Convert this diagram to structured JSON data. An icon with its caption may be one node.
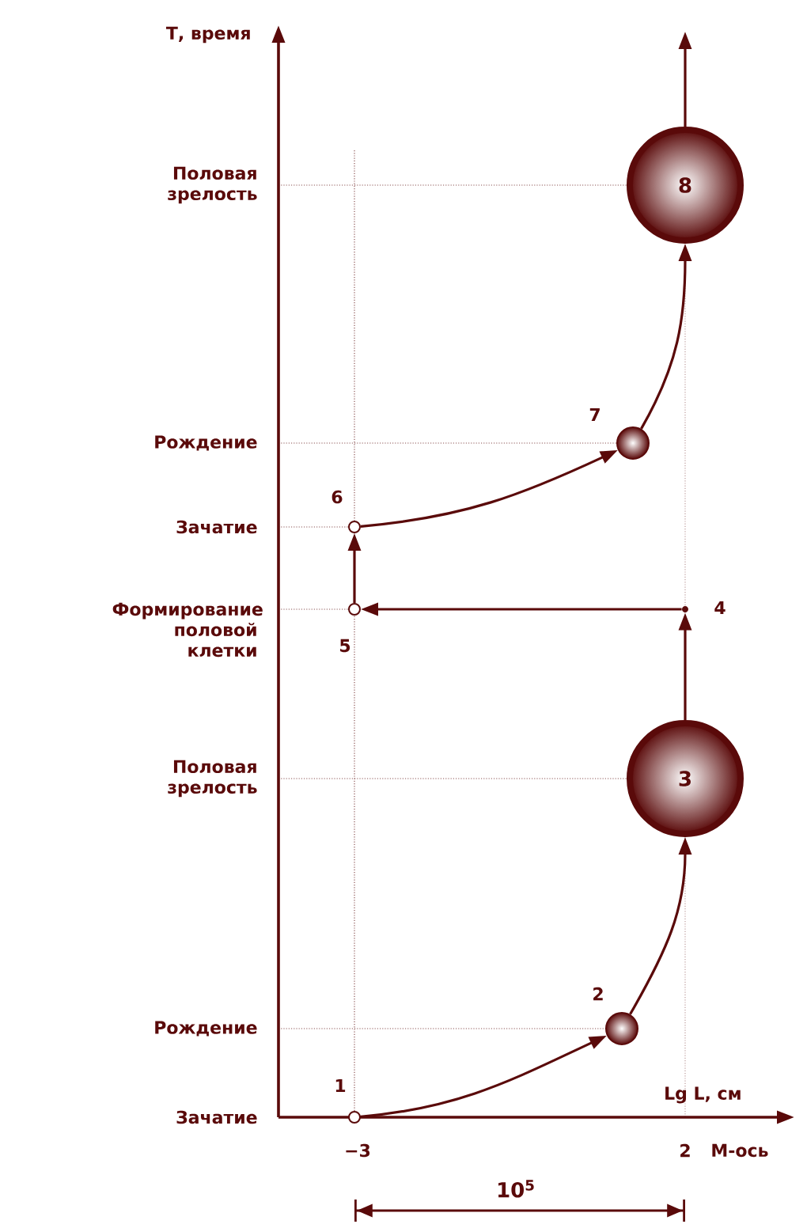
{
  "diagram": {
    "nodes": [
      {
        "text": [],
        "shape": "circle",
        "beside": [
          "1"
        ]
      },
      {
        "text": [],
        "shape": "ball",
        "beside": [
          "2"
        ]
      },
      {
        "text": [
          "3"
        ]
      },
      {
        "text": [],
        "shape": "point",
        "beside": [
          "4"
        ]
      },
      {
        "text": [],
        "shape": "circle",
        "beside": [
          "5"
        ]
      },
      {
        "text": [],
        "shape": "circle",
        "beside": [
          "6"
        ]
      },
      {
        "text": [],
        "shape": "ball",
        "beside": [
          "7"
        ]
      },
      {
        "text": [
          "8"
        ]
      }
    ],
    "edges": [
      {
        "from": 0,
        "to": 1,
        "arrow": "to"
      },
      {
        "from": 1,
        "to": 2,
        "arrow": "to"
      },
      {
        "from": 2,
        "to": 3,
        "arrow": "to"
      },
      {
        "from": 3,
        "to": 4,
        "arrow": "to"
      },
      {
        "from": 4,
        "to": 5,
        "arrow": "to"
      },
      {
        "from": 5,
        "to": 6,
        "arrow": "to"
      },
      {
        "from": 6,
        "to": 7,
        "arrow": "to"
      },
      {
        "from": 7,
        "to": null,
        "arrow": "to"
      }
    ],
    "labels": [
      "Т, время",
      "Половая зрелость",
      "Рождение",
      "Зачатие",
      "Формирование половой клетки",
      "Половая зрелость",
      "Рождение",
      "Зачатие",
      "Lg L, см",
      "−3",
      "2",
      "М-ось",
      "10$^{5}$"
    ]
  }
}
